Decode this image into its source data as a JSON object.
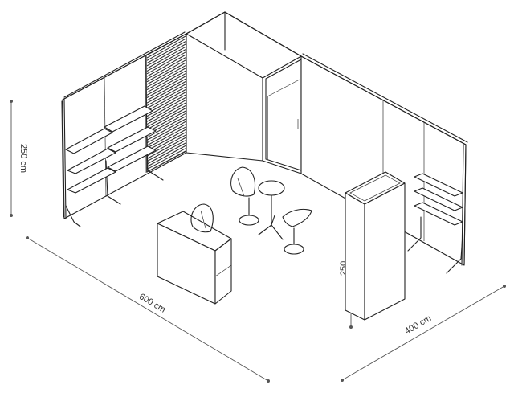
{
  "dimensions": {
    "height_left": "250 cm",
    "width_front": "600 cm",
    "depth_right": "400 cm",
    "column_height": "250"
  }
}
